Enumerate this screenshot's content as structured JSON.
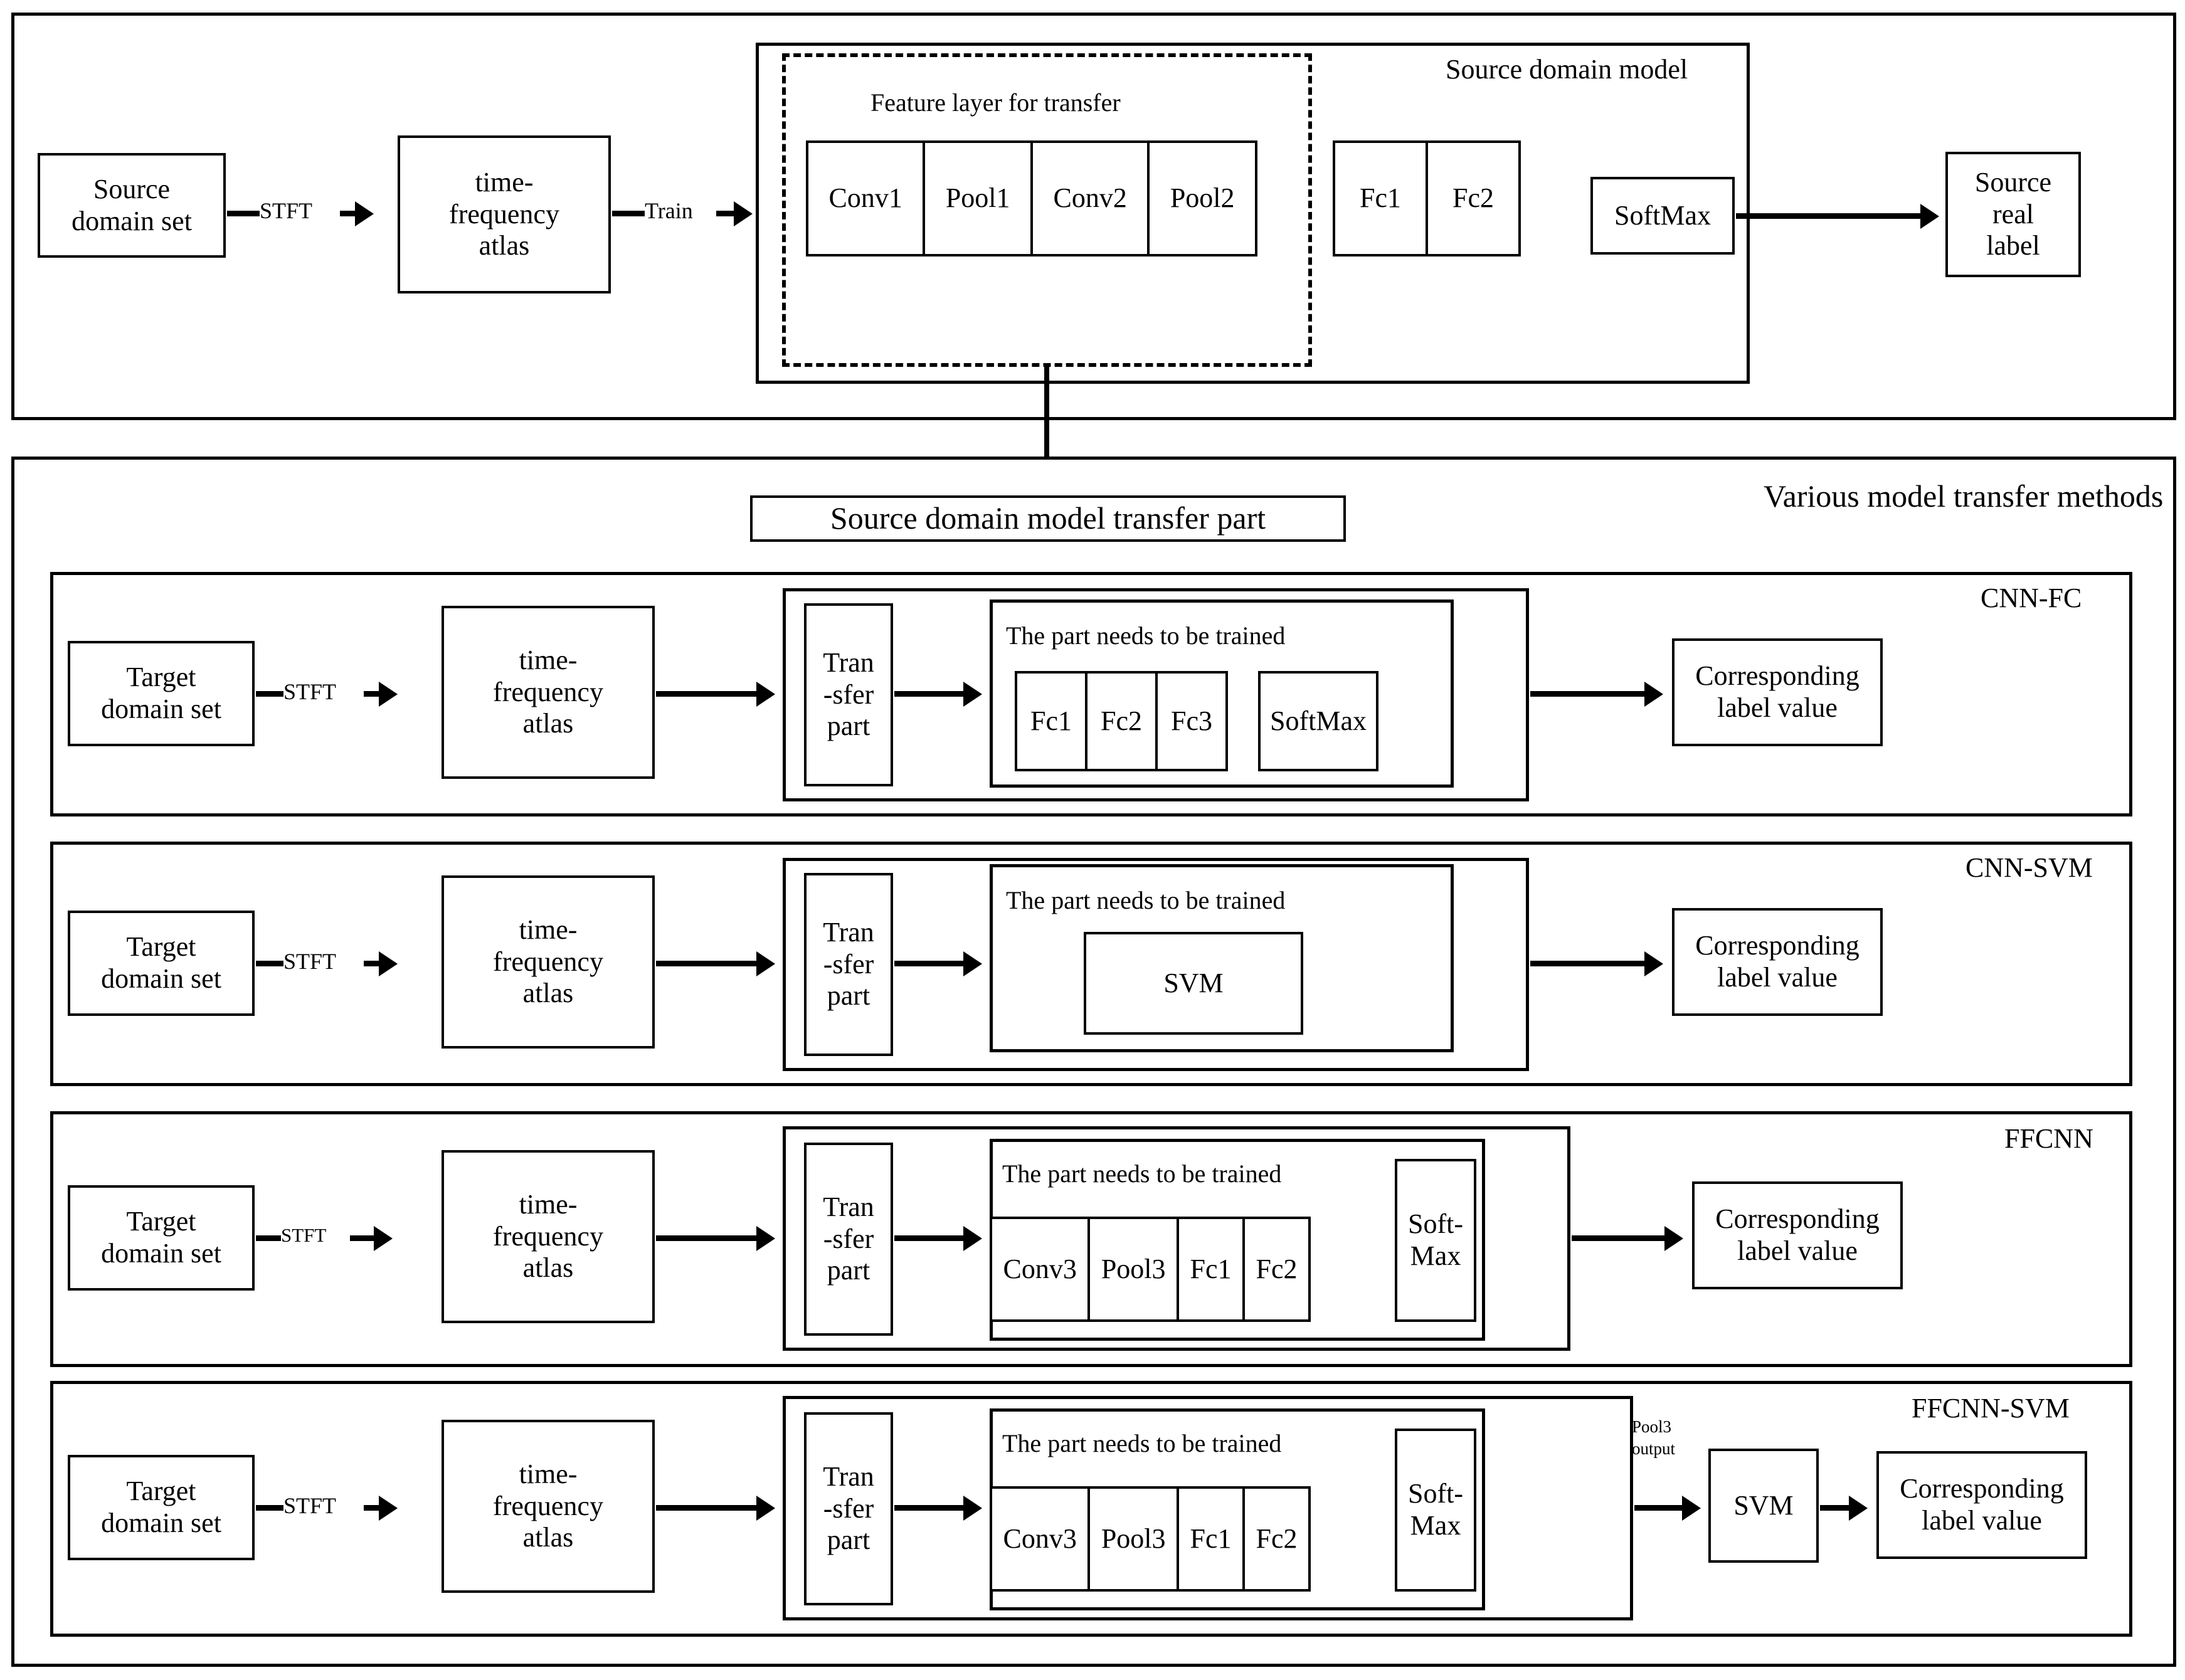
{
  "top_section": {
    "source_domain_set": "Source\ndomain set",
    "stft_label": "STFT",
    "time_frequency_atlas": "time-\nfrequency\natlas",
    "train_label": "Train",
    "source_domain_model_title": "Source domain model",
    "feature_layer_title": "Feature layer for transfer",
    "feature_layers": [
      "Conv1",
      "Pool1",
      "Conv2",
      "Pool2"
    ],
    "fc_layers": [
      "Fc1",
      "Fc2"
    ],
    "softmax": "SoftMax",
    "source_real_label": "Source\nreal\nlabel"
  },
  "bottom_section": {
    "section_title": "Various model transfer methods",
    "transfer_part_box": "Source domain model transfer part",
    "rows": [
      {
        "tag": "CNN-FC",
        "target_domain_set": "Target\ndomain set",
        "stft_label": "STFT",
        "time_frequency_atlas": "time-\nfrequency\natlas",
        "transfer_part": "Tran\n-sfer\npart",
        "trained_title": "The part needs to be trained",
        "layers": [
          "Fc1",
          "Fc2",
          "Fc3"
        ],
        "softmax": "SoftMax",
        "output_label": "Corresponding\nlabel value"
      },
      {
        "tag": "CNN-SVM",
        "target_domain_set": "Target\ndomain set",
        "stft_label": "STFT",
        "time_frequency_atlas": "time-\nfrequency\natlas",
        "transfer_part": "Tran\n-sfer\npart",
        "trained_title": "The part needs to be trained",
        "svm": "SVM",
        "output_label": "Corresponding\nlabel value"
      },
      {
        "tag": "FFCNN",
        "target_domain_set": "Target\ndomain set",
        "stft_label": "STFT",
        "time_frequency_atlas": "time-\nfrequency\natlas",
        "transfer_part": "Tran\n-sfer\npart",
        "trained_title": "The part needs to be trained",
        "layers": [
          "Conv3",
          "Pool3",
          "Fc1",
          "Fc2"
        ],
        "softmax": "Soft-\nMax",
        "output_label": "Corresponding\nlabel value"
      },
      {
        "tag": "FFCNN-SVM",
        "target_domain_set": "Target\ndomain set",
        "stft_label": "STFT",
        "time_frequency_atlas": "time-\nfrequency\natlas",
        "transfer_part": "Tran\n-sfer\npart",
        "trained_title": "The part needs to be trained",
        "layers": [
          "Conv3",
          "Pool3",
          "Fc1",
          "Fc2"
        ],
        "softmax": "Soft-\nMax",
        "pool3_output_label": "Pool3\noutput",
        "svm": "SVM",
        "output_label": "Corresponding\nlabel value"
      }
    ]
  },
  "colors": {
    "stroke": "#000000",
    "background": "#ffffff"
  }
}
